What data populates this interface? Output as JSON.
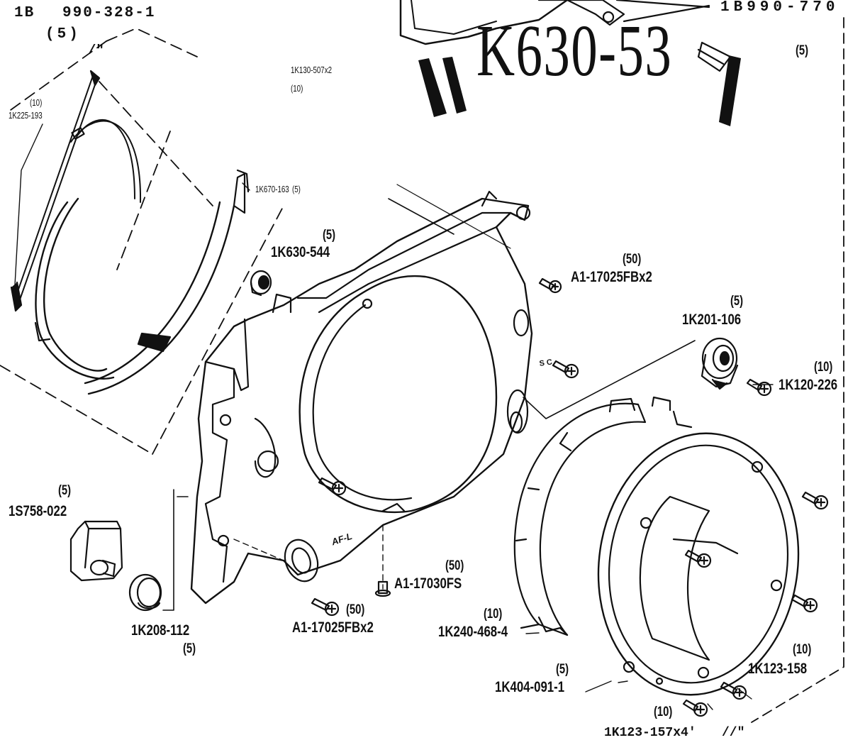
{
  "diagram": {
    "header_code": "1B",
    "header_part": "990-328-1",
    "header_qty": "(5)",
    "header_mark": "/\"",
    "top_right_part": "1B990-770",
    "top_right_qty": "(5)",
    "watermark": "K630-53",
    "callouts": [
      {
        "id": "cable",
        "part": "1K225-193",
        "qty": "(10)"
      },
      {
        "id": "spacer",
        "part": "1K130-507x2",
        "qty": "(10)"
      },
      {
        "id": "spring-strip",
        "part": "1K670-163",
        "qty": "(5)"
      },
      {
        "id": "bushing",
        "part": "1K630-544",
        "qty": "(5)"
      },
      {
        "id": "screw-top",
        "part": "A1-17025FBx2",
        "qty": "(50)"
      },
      {
        "id": "switch",
        "part": "1K201-106",
        "qty": "(5)"
      },
      {
        "id": "switch-screw",
        "part": "1K120-226",
        "qty": "(10)"
      },
      {
        "id": "button-housing",
        "part": "1S758-022",
        "qty": "(5)"
      },
      {
        "id": "button",
        "part": "1K208-112",
        "qty": "(5)"
      },
      {
        "id": "screw-bottom",
        "part": "A1-17025FBx2",
        "qty": "(50)"
      },
      {
        "id": "screw-center",
        "part": "A1-17030FS",
        "qty": "(50)"
      },
      {
        "id": "ring",
        "part": "1K240-468-4",
        "qty": "(10)"
      },
      {
        "id": "mount",
        "part": "1K404-091-1",
        "qty": "(5)"
      },
      {
        "id": "mount-screw",
        "part": "1K123-158",
        "qty": "(10)"
      },
      {
        "id": "mount-screw-x4",
        "part": "1K123-157x4'",
        "qty": "(10)",
        "mark": "//\""
      }
    ],
    "body_marks": {
      "af_l": "AF-L",
      "sc": "S C"
    }
  }
}
